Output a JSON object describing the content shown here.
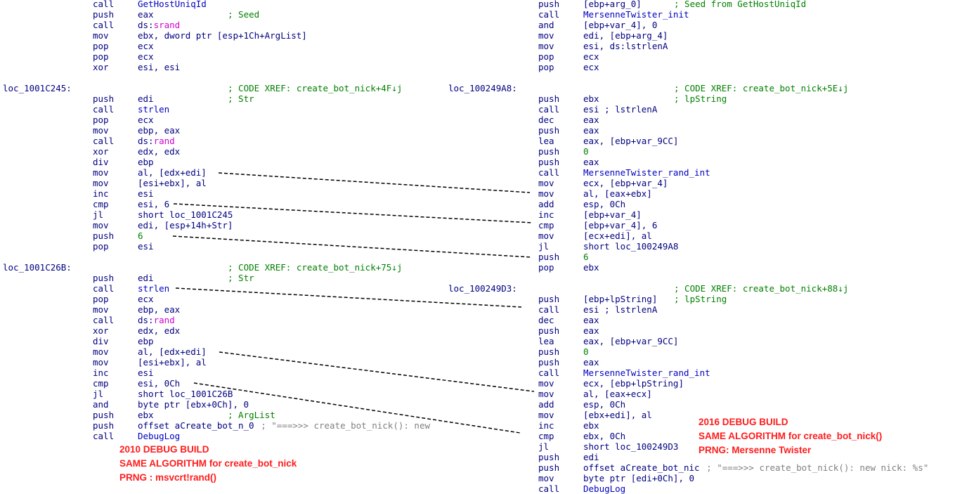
{
  "left_listing": [
    {
      "mn": "call",
      "op": "GetHostUniqId",
      "cm": ""
    },
    {
      "mn": "push",
      "op": "eax",
      "cm": "; Seed"
    },
    {
      "mn": "call",
      "op": "ds:srand",
      "cm": ""
    },
    {
      "mn": "mov",
      "op": "ebx, dword ptr [esp+1Ch+ArgList]",
      "cm": ""
    },
    {
      "mn": "pop",
      "op": "ecx",
      "cm": ""
    },
    {
      "mn": "pop",
      "op": "ecx",
      "cm": ""
    },
    {
      "mn": "xor",
      "op": "esi, esi",
      "cm": ""
    },
    {
      "mn": "",
      "op": "",
      "cm": ""
    },
    {
      "label": "loc_1001C245:",
      "mn": "",
      "op": "",
      "cm": "; CODE XREF: create_bot_nick+4F↓j"
    },
    {
      "mn": "push",
      "op": "edi",
      "cm": "; Str"
    },
    {
      "mn": "call",
      "op": "strlen",
      "cm": ""
    },
    {
      "mn": "pop",
      "op": "ecx",
      "cm": ""
    },
    {
      "mn": "mov",
      "op": "ebp, eax",
      "cm": ""
    },
    {
      "mn": "call",
      "op": "ds:rand",
      "cm": ""
    },
    {
      "mn": "xor",
      "op": "edx, edx",
      "cm": ""
    },
    {
      "mn": "div",
      "op": "ebp",
      "cm": ""
    },
    {
      "mn": "mov",
      "op": "al, [edx+edi]",
      "cm": ""
    },
    {
      "mn": "mov",
      "op": "[esi+ebx], al",
      "cm": ""
    },
    {
      "mn": "inc",
      "op": "esi",
      "cm": ""
    },
    {
      "mn": "cmp",
      "op": "esi, 6",
      "cm": ""
    },
    {
      "mn": "jl",
      "op": "short loc_1001C245",
      "cm": ""
    },
    {
      "mn": "mov",
      "op": "edi, [esp+14h+Str]",
      "cm": ""
    },
    {
      "mn": "push",
      "op": "6",
      "cm": ""
    },
    {
      "mn": "pop",
      "op": "esi",
      "cm": ""
    },
    {
      "mn": "",
      "op": "",
      "cm": ""
    },
    {
      "label": "loc_1001C26B:",
      "mn": "",
      "op": "",
      "cm": "; CODE XREF: create_bot_nick+75↓j"
    },
    {
      "mn": "push",
      "op": "edi",
      "cm": "; Str"
    },
    {
      "mn": "call",
      "op": "strlen",
      "cm": ""
    },
    {
      "mn": "pop",
      "op": "ecx",
      "cm": ""
    },
    {
      "mn": "mov",
      "op": "ebp, eax",
      "cm": ""
    },
    {
      "mn": "call",
      "op": "ds:rand",
      "cm": ""
    },
    {
      "mn": "xor",
      "op": "edx, edx",
      "cm": ""
    },
    {
      "mn": "div",
      "op": "ebp",
      "cm": ""
    },
    {
      "mn": "mov",
      "op": "al, [edx+edi]",
      "cm": ""
    },
    {
      "mn": "mov",
      "op": "[esi+ebx], al",
      "cm": ""
    },
    {
      "mn": "inc",
      "op": "esi",
      "cm": ""
    },
    {
      "mn": "cmp",
      "op": "esi, 0Ch",
      "cm": ""
    },
    {
      "mn": "jl",
      "op": "short loc_1001C26B",
      "cm": ""
    },
    {
      "mn": "and",
      "op": "byte ptr [ebx+0Ch], 0",
      "cm": ""
    },
    {
      "mn": "push",
      "op": "ebx",
      "cm": "; ArgList"
    },
    {
      "mn": "push",
      "op": "offset aCreate_bot_n_0",
      "cm": "; \"===>>> create_bot_nick(): new"
    },
    {
      "mn": "call",
      "op": "DebugLog",
      "cm": ""
    }
  ],
  "right_listing": [
    {
      "mn": "push",
      "op": "[ebp+arg_0]",
      "cm": "; Seed from GetHostUniqId"
    },
    {
      "mn": "call",
      "op": "MersenneTwister_init",
      "cm": ""
    },
    {
      "mn": "and",
      "op": "[ebp+var_4], 0",
      "cm": ""
    },
    {
      "mn": "mov",
      "op": "edi, [ebp+arg_4]",
      "cm": ""
    },
    {
      "mn": "mov",
      "op": "esi, ds:lstrlenA",
      "cm": ""
    },
    {
      "mn": "pop",
      "op": "ecx",
      "cm": ""
    },
    {
      "mn": "pop",
      "op": "ecx",
      "cm": ""
    },
    {
      "mn": "",
      "op": "",
      "cm": ""
    },
    {
      "label": "loc_100249A8:",
      "mn": "",
      "op": "",
      "cm": "; CODE XREF: create_bot_nick+5E↓j"
    },
    {
      "mn": "push",
      "op": "ebx",
      "cm": "; lpString"
    },
    {
      "mn": "call",
      "op": "esi ; lstrlenA",
      "cm": ""
    },
    {
      "mn": "dec",
      "op": "eax",
      "cm": ""
    },
    {
      "mn": "push",
      "op": "eax",
      "cm": ""
    },
    {
      "mn": "lea",
      "op": "eax, [ebp+var_9CC]",
      "cm": ""
    },
    {
      "mn": "push",
      "op": "0",
      "cm": ""
    },
    {
      "mn": "push",
      "op": "eax",
      "cm": ""
    },
    {
      "mn": "call",
      "op": "MersenneTwister_rand_int",
      "cm": ""
    },
    {
      "mn": "mov",
      "op": "ecx, [ebp+var_4]",
      "cm": ""
    },
    {
      "mn": "mov",
      "op": "al, [eax+ebx]",
      "cm": ""
    },
    {
      "mn": "add",
      "op": "esp, 0Ch",
      "cm": ""
    },
    {
      "mn": "inc",
      "op": "[ebp+var_4]",
      "cm": ""
    },
    {
      "mn": "cmp",
      "op": "[ebp+var_4], 6",
      "cm": ""
    },
    {
      "mn": "mov",
      "op": "[ecx+edi], al",
      "cm": ""
    },
    {
      "mn": "jl",
      "op": "short loc_100249A8",
      "cm": ""
    },
    {
      "mn": "push",
      "op": "6",
      "cm": ""
    },
    {
      "mn": "pop",
      "op": "ebx",
      "cm": ""
    },
    {
      "mn": "",
      "op": "",
      "cm": ""
    },
    {
      "label": "loc_100249D3:",
      "mn": "",
      "op": "",
      "cm": "; CODE XREF: create_bot_nick+88↓j"
    },
    {
      "mn": "push",
      "op": "[ebp+lpString]",
      "cm": "; lpString"
    },
    {
      "mn": "call",
      "op": "esi ; lstrlenA",
      "cm": ""
    },
    {
      "mn": "dec",
      "op": "eax",
      "cm": ""
    },
    {
      "mn": "push",
      "op": "eax",
      "cm": ""
    },
    {
      "mn": "lea",
      "op": "eax, [ebp+var_9CC]",
      "cm": ""
    },
    {
      "mn": "push",
      "op": "0",
      "cm": ""
    },
    {
      "mn": "push",
      "op": "eax",
      "cm": ""
    },
    {
      "mn": "call",
      "op": "MersenneTwister_rand_int",
      "cm": ""
    },
    {
      "mn": "mov",
      "op": "ecx, [ebp+lpString]",
      "cm": ""
    },
    {
      "mn": "mov",
      "op": "al, [eax+ecx]",
      "cm": ""
    },
    {
      "mn": "add",
      "op": "esp, 0Ch",
      "cm": ""
    },
    {
      "mn": "mov",
      "op": "[ebx+edi], al",
      "cm": ""
    },
    {
      "mn": "inc",
      "op": "ebx",
      "cm": ""
    },
    {
      "mn": "cmp",
      "op": "ebx, 0Ch",
      "cm": ""
    },
    {
      "mn": "jl",
      "op": "short loc_100249D3",
      "cm": ""
    },
    {
      "mn": "push",
      "op": "edi",
      "cm": ""
    },
    {
      "mn": "push",
      "op": "offset aCreate_bot_nic",
      "cm": "; \"===>>> create_bot_nick(): new nick: %s\""
    },
    {
      "mn": "mov",
      "op": "byte ptr [edi+0Ch], 0",
      "cm": ""
    },
    {
      "mn": "call",
      "op": "DebugLog",
      "cm": ""
    }
  ],
  "notes_2010": [
    "2010 DEBUG BUILD",
    "SAME ALGORITHM for create_bot_nick",
    "PRNG : msvcrt!rand()"
  ],
  "notes_2016": [
    "2016 DEBUG BUILD",
    "SAME ALGORITHM for create_bot_nick()",
    "PRNG: Mersenne Twister"
  ],
  "colors": {
    "mnemonic": "#000080",
    "comment": "#008000",
    "note": "#ff1c1c",
    "connector": "#000000"
  }
}
